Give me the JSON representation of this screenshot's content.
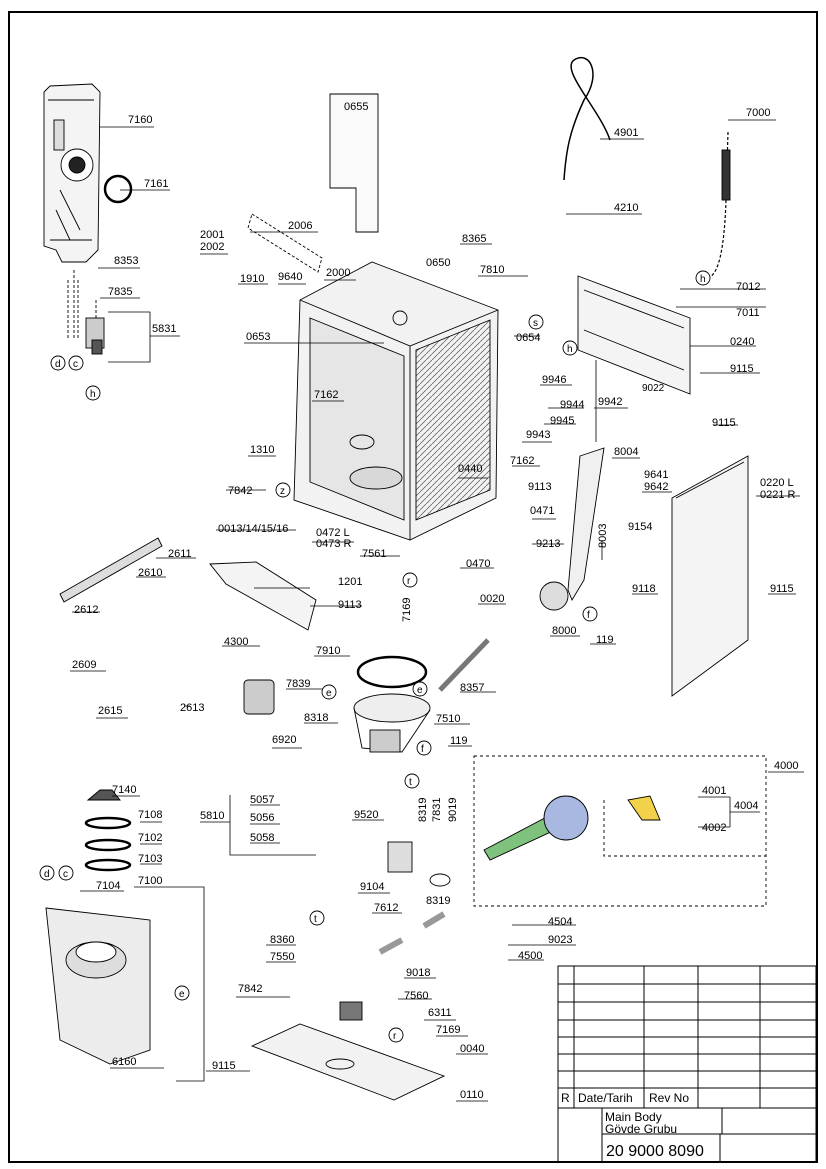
{
  "part_labels": [
    "7160",
    "7161",
    "8353",
    "7835",
    "5831",
    "0655",
    "4901",
    "7000",
    "4210",
    "2006",
    "2001",
    "2002",
    "1910",
    "9640",
    "2000",
    "0650",
    "8365",
    "7810",
    "7012",
    "7011",
    "0240",
    "0653",
    "0654",
    "9946",
    "9944",
    "9945",
    "9943",
    "9942",
    "9022",
    "9115",
    "7162",
    "1310",
    "0440",
    "7162",
    "9113",
    "8004",
    "9641",
    "9642",
    "0220 L",
    "0221 R",
    "7842",
    "0471",
    "9154",
    "0013/14/15/16",
    "0472 L",
    "0473 R",
    "7561",
    "9213",
    "0470",
    "8003",
    "2611",
    "2610",
    "1201",
    "9113",
    "2612",
    "0020",
    "8000",
    "119",
    "9118",
    "9115",
    "7169",
    "4300",
    "7910",
    "2609",
    "7839",
    "8357",
    "2615",
    "2613",
    "8318",
    "7510",
    "6920",
    "119",
    "4000",
    "7140",
    "5057",
    "5056",
    "5058",
    "5810",
    "7108",
    "7102",
    "7103",
    "9520",
    "8319",
    "7831",
    "9019",
    "4001",
    "4004",
    "4002",
    "7104",
    "7100",
    "9104",
    "8319",
    "7612",
    "4504",
    "8360",
    "9023",
    "7550",
    "4500",
    "9018",
    "7842",
    "7560",
    "6311",
    "7169",
    "0040",
    "9115",
    "6160",
    "0110",
    "9115"
  ],
  "connector_letters": [
    "d",
    "c",
    "h",
    "h",
    "h",
    "s",
    "z",
    "r",
    "f",
    "e",
    "e",
    "f",
    "t",
    "t",
    "d",
    "c",
    "e",
    "r"
  ],
  "title_block": {
    "rev_marker": "R",
    "date_label": "Date/Tarih",
    "rev_label": "Rev No",
    "title_en": "Main Body",
    "title_tr": "Gövde Grubu",
    "drawing_number": "20 9000 8090"
  }
}
